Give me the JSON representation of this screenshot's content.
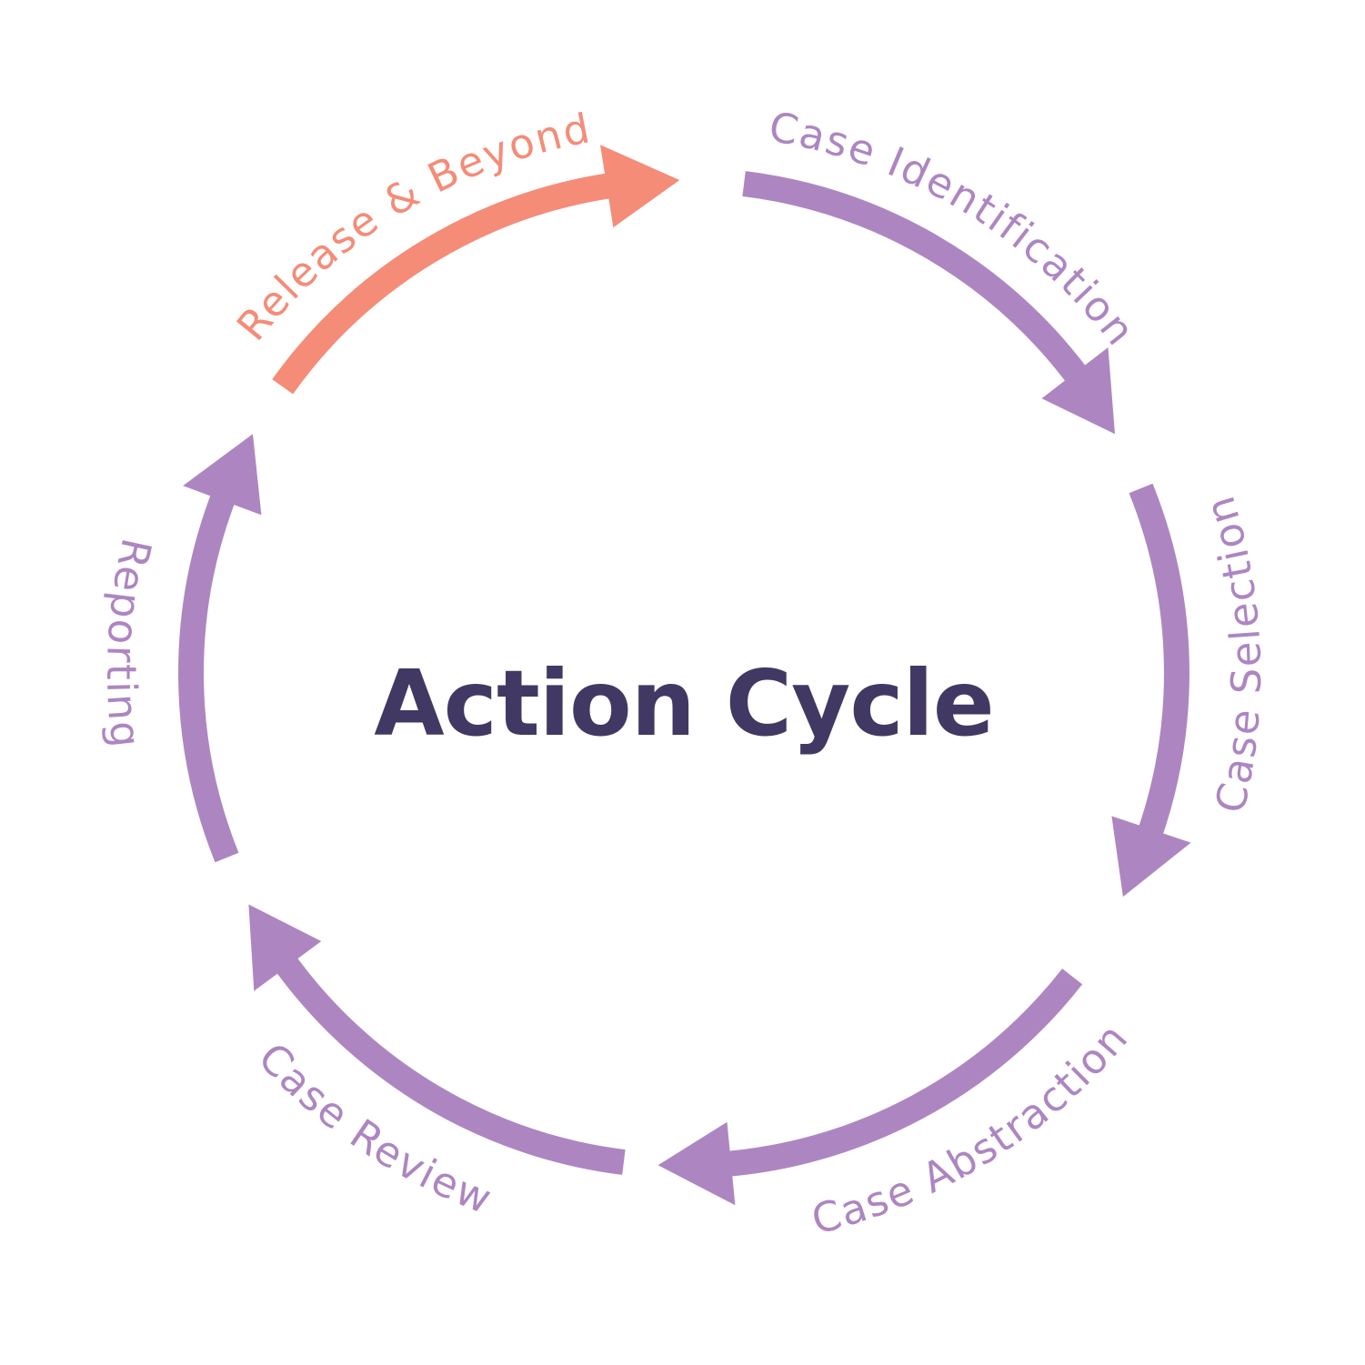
{
  "title": "Action Cycle",
  "colors": {
    "purple": "#AD86C1",
    "salmon": "#F48C78",
    "title": "#413963",
    "background": "#FFFFFF"
  },
  "steps": [
    {
      "label": "Case Identification",
      "color": "#AD86C1"
    },
    {
      "label": "Case Selection",
      "color": "#AD86C1"
    },
    {
      "label": "Case Abstraction",
      "color": "#AD86C1"
    },
    {
      "label": "Case Review",
      "color": "#AD86C1"
    },
    {
      "label": "Reporting",
      "color": "#AD86C1"
    },
    {
      "label": "Release & Beyond",
      "color": "#F48C78"
    }
  ]
}
